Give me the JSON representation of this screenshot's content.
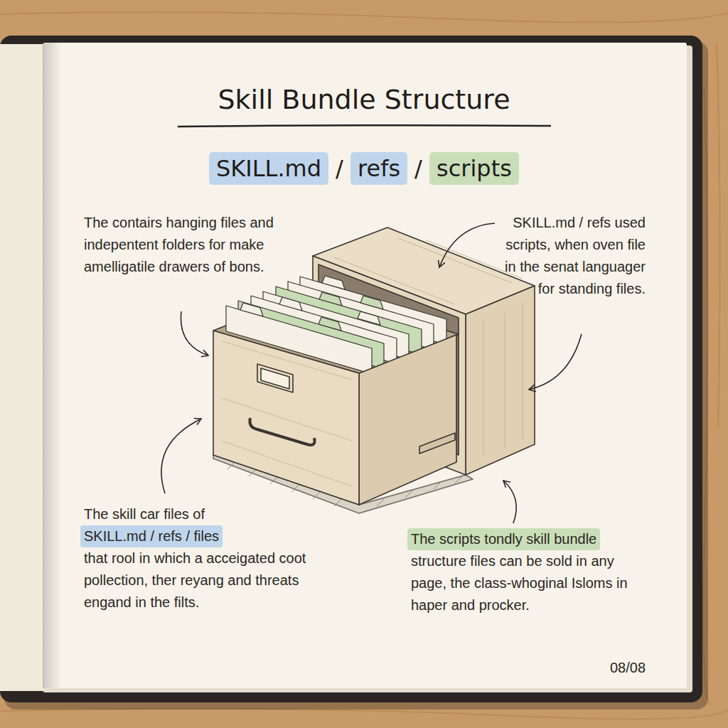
{
  "diagram": {
    "title": "Skill Bundle Structure",
    "nodes": [
      {
        "text": [
          "SKILL.md"
        ]
      },
      {
        "text": [
          "refs"
        ]
      },
      {
        "text": [
          "scripts"
        ]
      }
    ],
    "labels": [
      "/",
      "/",
      "The contairs hanging files and indepentent folders for make amelligatile drawers of bons.",
      "SKILL.md / refs used scripts, when oven file in the senat languager for standing files.",
      "The skill car files of",
      "SKILL.md / refs / files",
      "that rool in which a acceigated coot pollection, ther reyang and threats engand in the filts.",
      "The scripts tondly skill bundle",
      "structure files can be sold in any page, the class-whoginal Isloms in haper and procker.",
      "08/08"
    ]
  }
}
